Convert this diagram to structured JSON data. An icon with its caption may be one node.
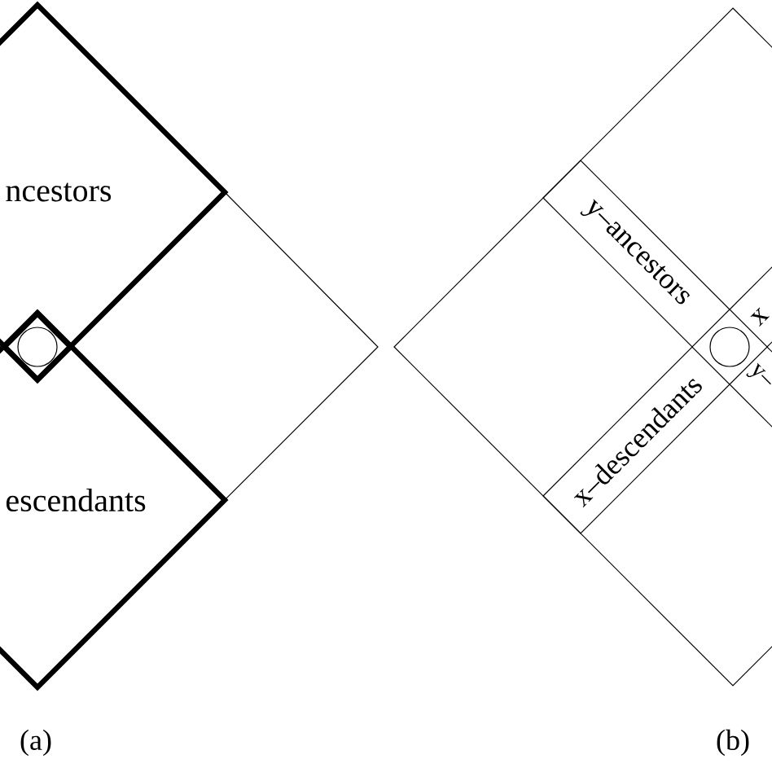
{
  "diagram": {
    "nodes": [
      {
        "text": [
          "ncestors"
        ]
      },
      {
        "text": [
          "escendants"
        ]
      },
      {
        "text": [],
        "shape": "diamond"
      },
      {
        "text": [],
        "shape": "circle",
        "in": 2
      },
      {
        "text": [],
        "shape": "square"
      },
      {
        "text": [],
        "shape": "square"
      },
      {
        "text": [
          "y–ancestors"
        ],
        "in": 5
      },
      {
        "text": [
          "x"
        ],
        "in": 5
      },
      {
        "text": [],
        "shape": "circle",
        "in": 5
      },
      {
        "text": [
          "y–"
        ],
        "in": 5
      },
      {
        "text": [
          "x–descendants"
        ],
        "in": 5
      }
    ],
    "labels": [
      "(a)",
      "(b)"
    ]
  }
}
